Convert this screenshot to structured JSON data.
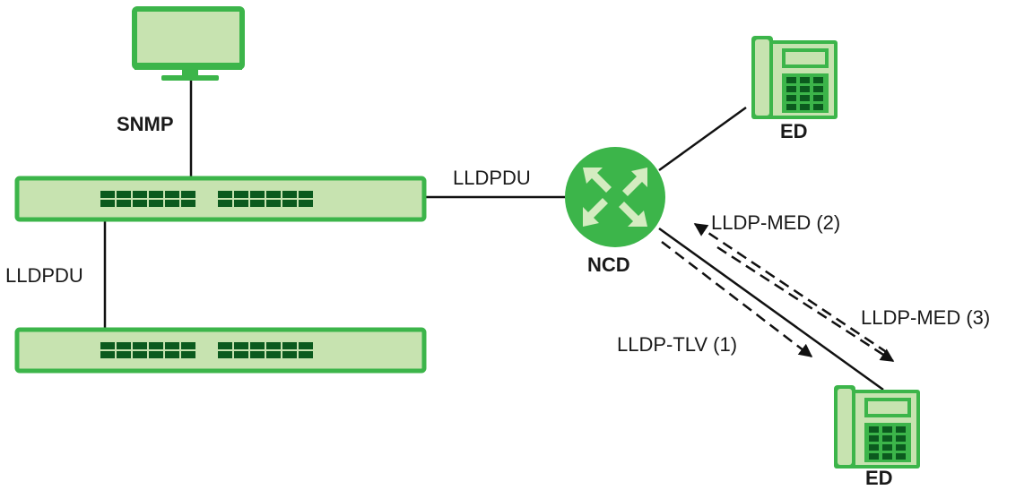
{
  "labels": {
    "snmp": "SNMP",
    "lldpdu_top": "LLDPDU",
    "lldpdu_left": "LLDPDU",
    "ncd": "NCD",
    "ed_top": "ED",
    "ed_bottom": "ED",
    "lldp_med_2": "LLDP-MED (2)",
    "lldp_med_3": "LLDP-MED (3)",
    "lldp_tlv_1": "LLDP-TLV (1)"
  },
  "colors": {
    "green_dark": "#3cb54a",
    "green_light": "#c7e3b0",
    "port": "#0b5a1e",
    "line": "#111111"
  },
  "icons": {
    "monitor": "monitor-icon",
    "switch": "switch-icon",
    "router": "router-icon",
    "phone": "ip-phone-icon"
  }
}
